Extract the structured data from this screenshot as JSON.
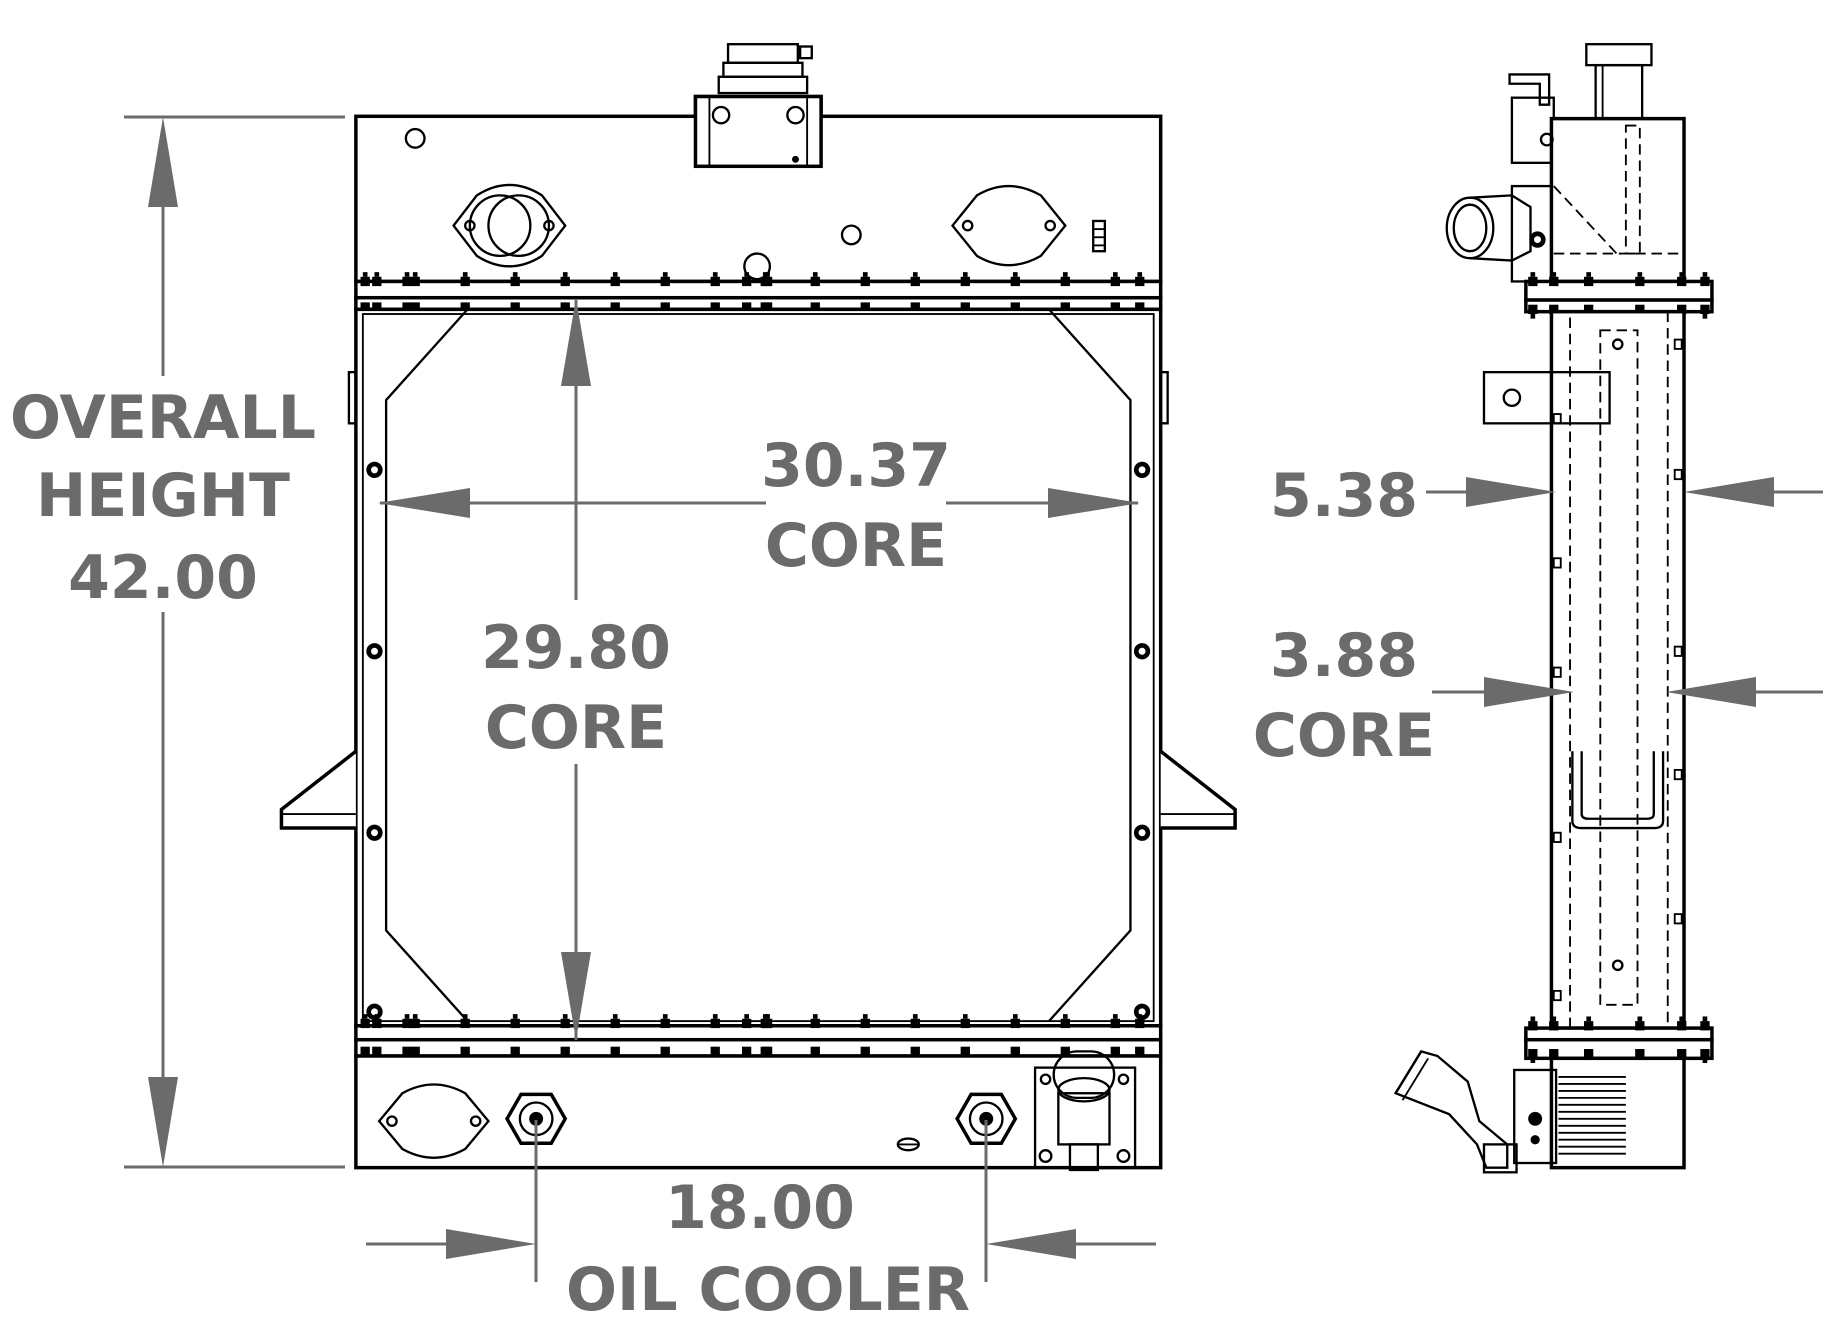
{
  "labels": {
    "overall_l1": "OVERALL",
    "overall_l2": "HEIGHT",
    "overall_val": "42.00",
    "core_width_val": "30.37",
    "core_width_lbl": "CORE",
    "core_height_val": "29.80",
    "core_height_lbl": "CORE",
    "oil_val": "18.00",
    "oil_lbl": "OIL COOLER",
    "side_depth_val": "5.38",
    "side_core_val": "3.88",
    "side_core_lbl": "CORE"
  },
  "colors": {
    "line": "#000000",
    "dimension": "#6b6b6b",
    "background": "#ffffff"
  }
}
